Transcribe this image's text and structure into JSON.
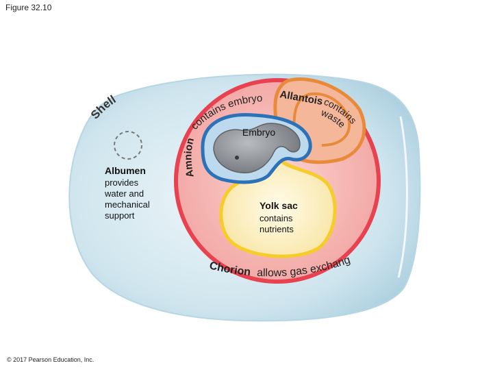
{
  "figure_title": "Figure 32.10",
  "copyright": "© 2017 Pearson Education, Inc.",
  "labels": {
    "shell": "Shell",
    "embryo": "Embryo",
    "amnion": "Amnion",
    "amnion_desc": "contains embryo",
    "allantois": "Allantois",
    "allantois_desc_1": "contains",
    "allantois_desc_2": "waste",
    "albumen": "Albumen",
    "albumen_desc": [
      "provides",
      "water and",
      "mechanical",
      "support"
    ],
    "yolk_sac": "Yolk sac",
    "yolk_desc": [
      "contains",
      "nutrients"
    ],
    "chorion": "Chorion",
    "chorion_desc": "allows gas exchange"
  },
  "colors": {
    "shell": "#cfe5ee",
    "chorion": "#e8414f",
    "chorion_fill": "#f4b0ae",
    "allantois": "#e98a3b",
    "amnion": "#2d72b8",
    "yolk": "#f5cc2a",
    "yolk_fill": "#fbf0c8",
    "embryo": "#8a8d92"
  }
}
